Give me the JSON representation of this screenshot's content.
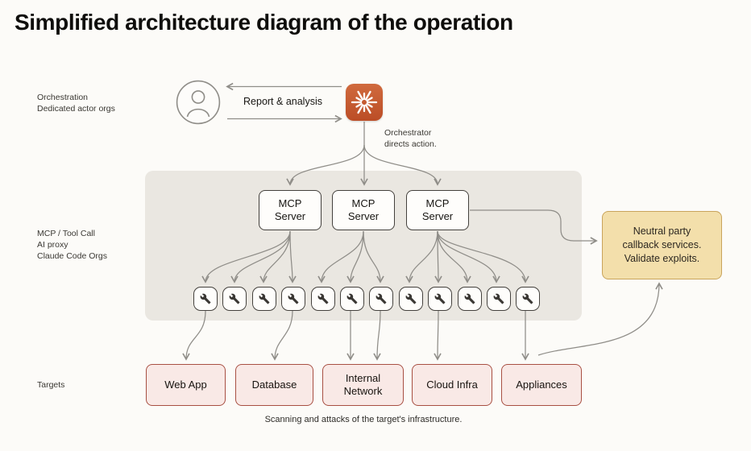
{
  "title": "Simplified architecture diagram of the operation",
  "left_labels": {
    "orchestration": "Orchestration\nDedicated actor orgs",
    "mcp": "MCP / Tool Call\nAI proxy\nClaude Code Orgs",
    "targets": "Targets"
  },
  "top": {
    "report_analysis": "Report & analysis",
    "orchestrator_note": "Orchestrator\ndirects action."
  },
  "icons": {
    "operator": "person-icon",
    "orchestrator": "claude-starburst-icon",
    "tool": "wrench-icon"
  },
  "mcp_servers": [
    {
      "label": "MCP Server"
    },
    {
      "label": "MCP Server"
    },
    {
      "label": "MCP Server"
    }
  ],
  "tool_tile_count": 12,
  "callback_box": {
    "label": "Neutral party\ncallback services.\nValidate exploits."
  },
  "targets": [
    {
      "label": "Web App"
    },
    {
      "label": "Database"
    },
    {
      "label": "Internal Network"
    },
    {
      "label": "Cloud Infra"
    },
    {
      "label": "Appliances"
    }
  ],
  "caption": "Scanning and attacks of the target's infrastructure.",
  "colors": {
    "accent_orange": "#c2572f",
    "panel_gray": "#eae7e1",
    "target_bg": "#f9e9e6",
    "target_border": "#a85043",
    "callback_bg": "#f3dfab",
    "callback_border": "#c9a45c",
    "connector_line": "#8f8d88"
  }
}
